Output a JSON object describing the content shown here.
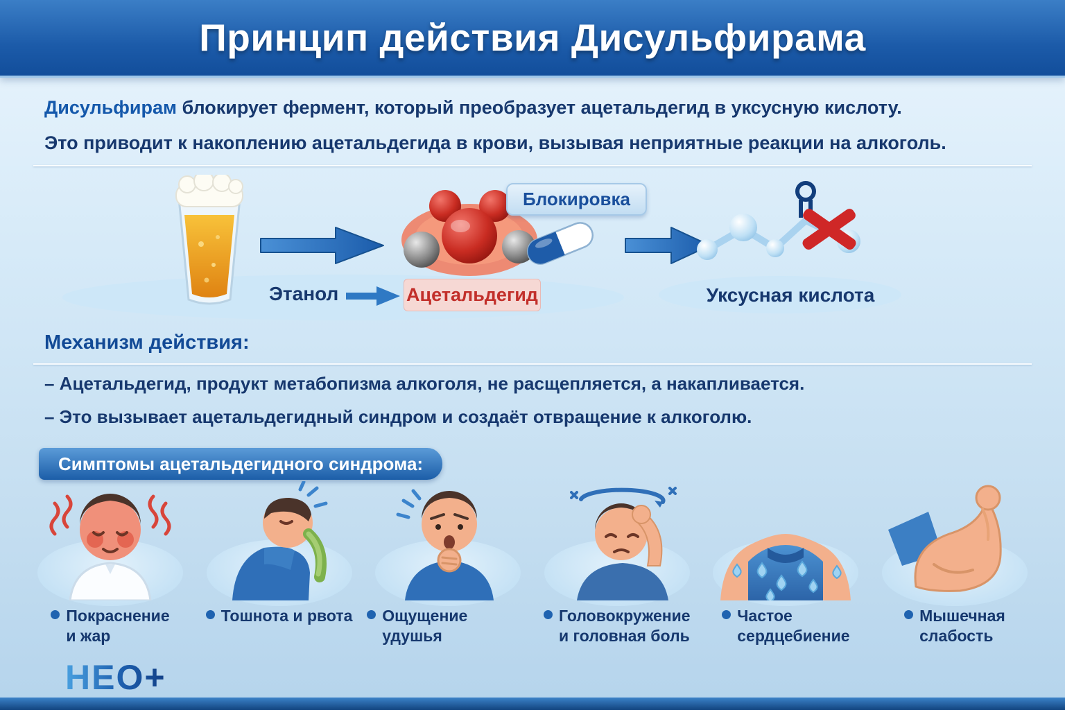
{
  "header": {
    "title": "Принцип действия Дисульфирама"
  },
  "intro": {
    "line1_bold": "Дисульфирам",
    "line1_rest": " блокирует фермент, который преобразует ацетальдегид в уксусную кислоту.",
    "line2": "Это приводит к накоплению ацетальдегида в крови, вызывая неприятные реакции на алкоголь."
  },
  "flow": {
    "ethanol_label": "Этанол",
    "acetaldehyde_label": "Ацетальдегид",
    "block_label": "Блокировка",
    "acetic_acid_label": "Уксусная кислота"
  },
  "mechanism": {
    "heading": "Механизм действия:",
    "bullet1": "– Ацетальдегид, продукт метабопизма алкоголя, не расщепляется, а накапливается.",
    "bullet2_pre": "– Это вызывает ",
    "bullet2_bold": "ацетальдегидный синдром",
    "bullet2_post": " и создаёт отвращение к алкоголю."
  },
  "symptoms": {
    "heading": "Симптомы ацетальдегидного синдрома:",
    "items": [
      {
        "label": "Покраснение\nи жар"
      },
      {
        "label": "Тошнота и рвота"
      },
      {
        "label": "Ощущение удушья"
      },
      {
        "label": "Головокружение\nи головная боль"
      },
      {
        "label": "Частое\nсердцебиение"
      },
      {
        "label": "Мышечная\nслабость"
      }
    ]
  },
  "footer": {
    "logo_text": "НЕО+"
  },
  "colors": {
    "header_blue": "#1c5ba9",
    "text_navy": "#17386e",
    "accent_blue": "#2f79c4",
    "alert_red": "#c53030"
  }
}
